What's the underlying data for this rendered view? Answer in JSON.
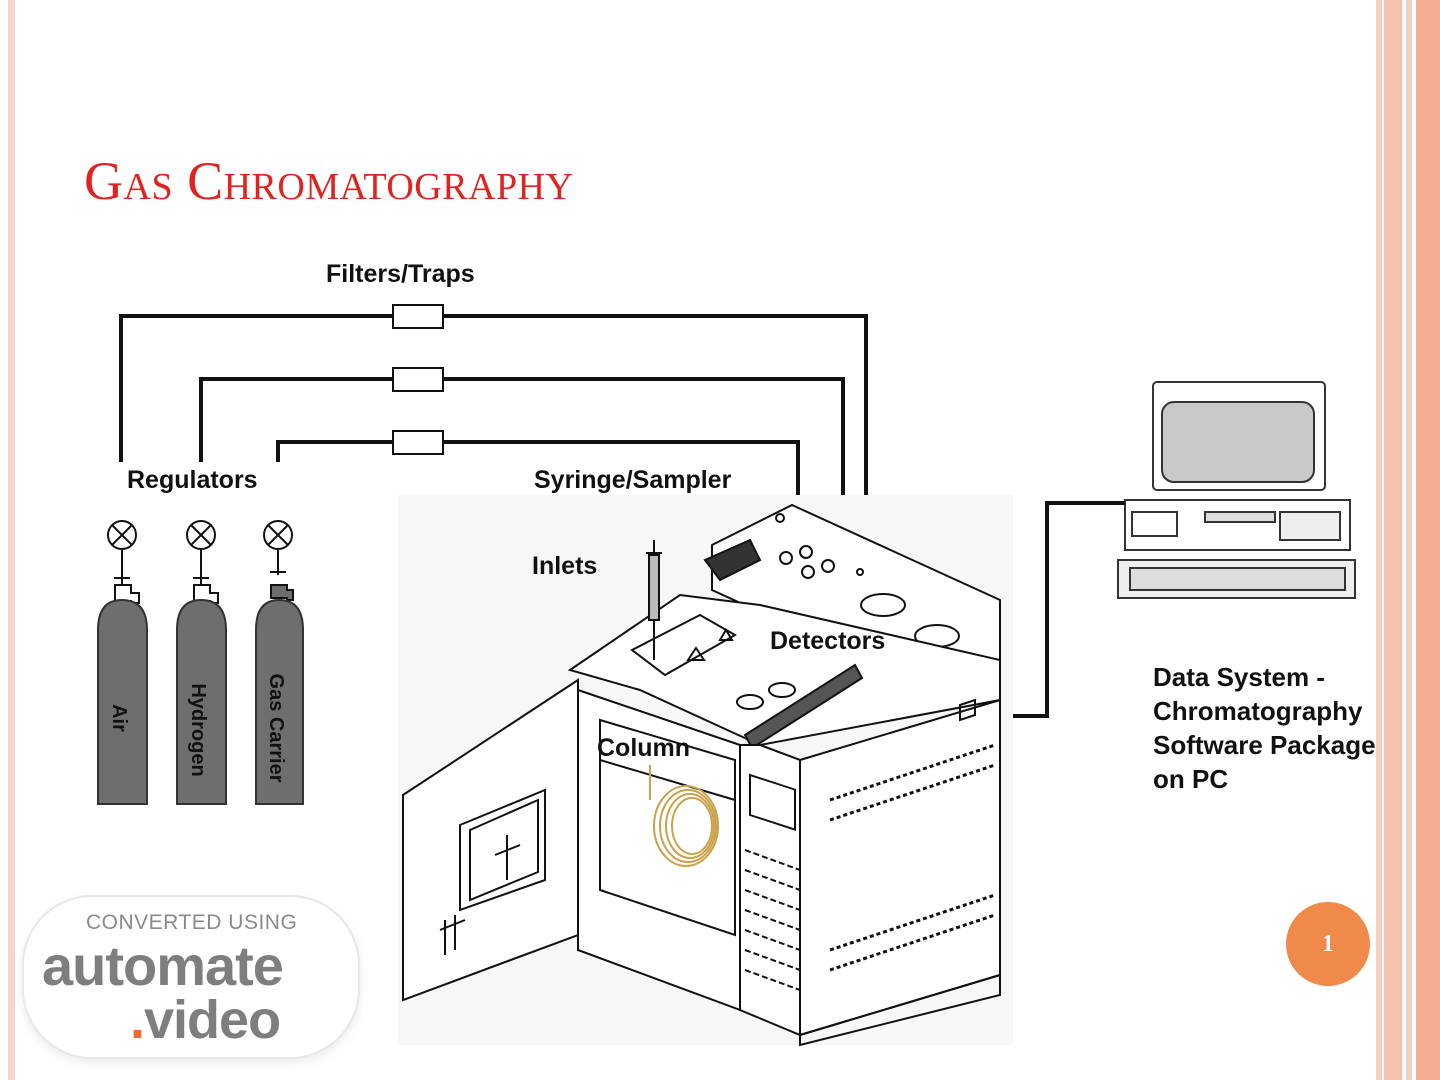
{
  "slide": {
    "title": "Gas Chromatography",
    "page_number": "1"
  },
  "labels": {
    "filters": "Filters/Traps",
    "regulators": "Regulators",
    "syringe": "Syringe/Sampler",
    "inlets": "Inlets",
    "detectors": "Detectors",
    "column": "Column"
  },
  "cylinders": [
    {
      "label": "Air"
    },
    {
      "label": "Hydrogen"
    },
    {
      "label": "Gas Carrier"
    }
  ],
  "data_system": {
    "lines": [
      "Data System -",
      "Chromatography",
      "Software Package",
      "on PC"
    ]
  },
  "watermark": {
    "top": "CONVERTED USING",
    "middle": "automate",
    "dot": ".",
    "bottom": "video"
  },
  "colors": {
    "title": "#e0231e",
    "page_badge": "#f08a4b",
    "stripe": "#f6d6cc",
    "cylinder": "#6e6e6e",
    "column_coil": "#c9a24a"
  }
}
